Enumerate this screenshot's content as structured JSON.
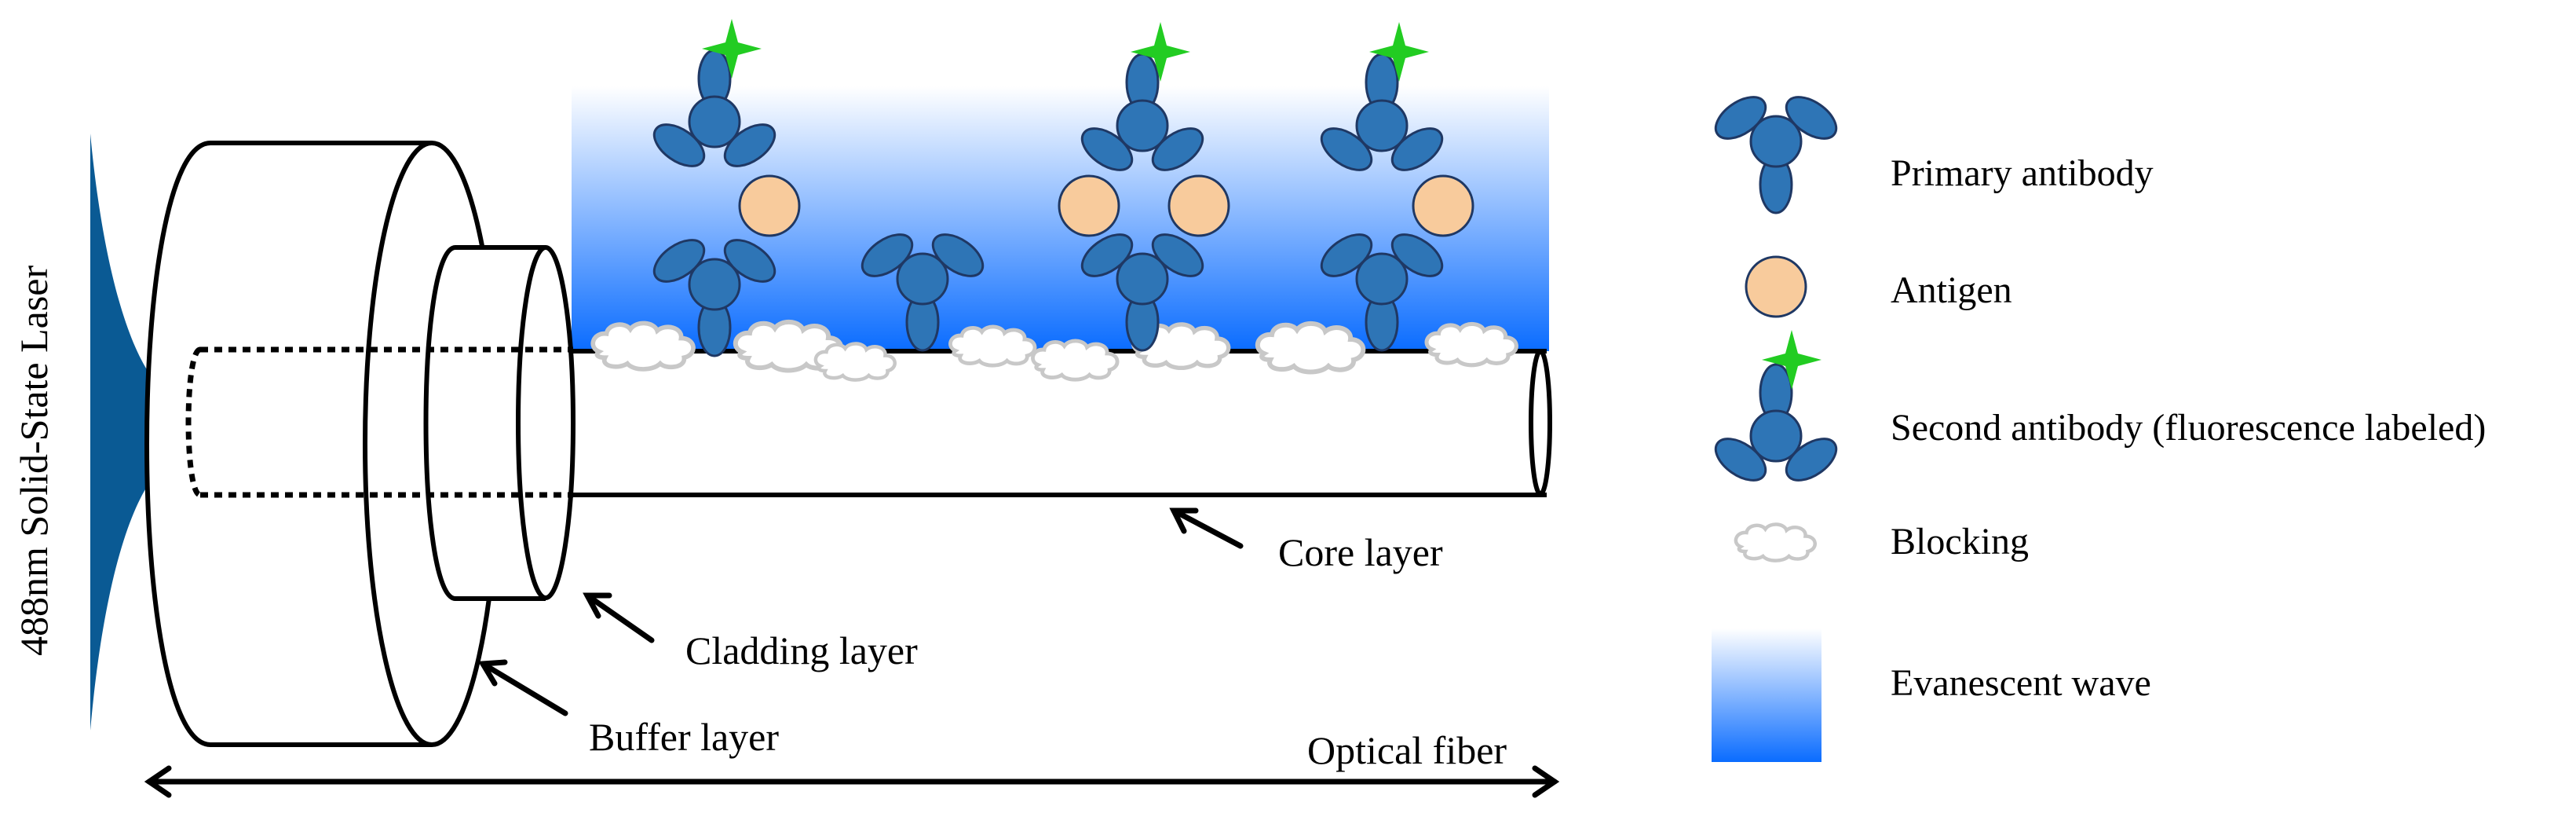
{
  "labels": {
    "laser": "488nm Solid-State Laser",
    "core": "Core layer",
    "cladding": "Cladding layer",
    "buffer": "Buffer layer",
    "fiber": "Optical fiber"
  },
  "legend": {
    "primary_antibody": "Primary antibody",
    "antigen": "Antigen",
    "second_antibody": "Second antibody (fluorescence labeled)",
    "blocking": "Blocking",
    "evanescent_wave": "Evanescent wave"
  },
  "colors": {
    "antibody_fill": "#2e75b6",
    "antibody_stroke": "#1f3864",
    "antigen_fill": "#f8cb9c",
    "fluor_star": "#22cc22",
    "laser_profile": "#0a5a94",
    "evanescent_top": "#ffffff",
    "evanescent_bottom": "#0a6cff",
    "blocking_stroke": "#c8c8c8"
  }
}
